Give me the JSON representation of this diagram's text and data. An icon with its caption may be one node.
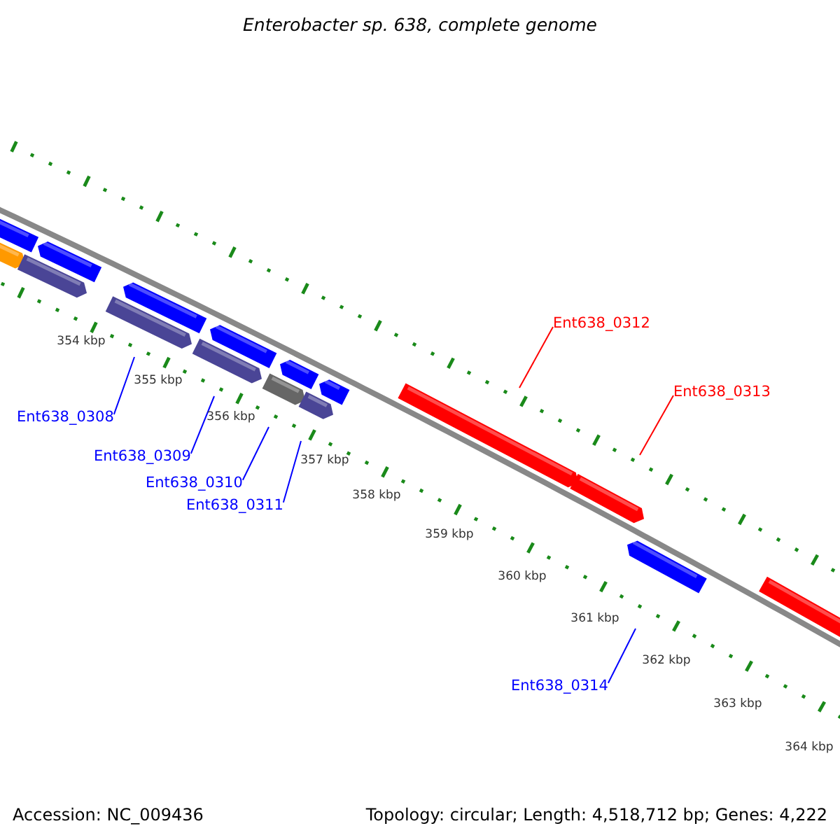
{
  "diagram": {
    "title": "Enterobacter sp. 638, complete genome",
    "nodes": [
      {
        "text": [
          "Ent638_0308"
        ]
      },
      {
        "text": [
          "Ent638_0309"
        ]
      },
      {
        "text": [
          "Ent638_0310"
        ]
      },
      {
        "text": [
          "Ent638_0311"
        ]
      },
      {
        "text": [
          "Ent638_0312"
        ]
      },
      {
        "text": [
          "Ent638_0313"
        ]
      },
      {
        "text": [
          "Ent638_0314"
        ]
      }
    ],
    "edges": [
      {
        "from": 0,
        "to": null,
        "arrow": "none"
      },
      {
        "from": 1,
        "to": null,
        "arrow": "none"
      },
      {
        "from": 2,
        "to": null,
        "arrow": "none"
      },
      {
        "from": 3,
        "to": null,
        "arrow": "none"
      },
      {
        "from": 4,
        "to": null,
        "arrow": "none",
        "color": "#ff0000"
      },
      {
        "from": 5,
        "to": null,
        "arrow": "none",
        "color": "#ff0000"
      },
      {
        "from": 6,
        "to": null,
        "arrow": "none"
      }
    ],
    "labels": [
      "354 kbp",
      "355 kbp",
      "356 kbp",
      "357 kbp",
      "358 kbp",
      "359 kbp",
      "360 kbp",
      "361 kbp",
      "362 kbp",
      "363 kbp",
      "364 kbp",
      "Accession: NC_009436",
      "Topology: circular; Length: 4,518,712 bp; Genes: 4,222"
    ]
  }
}
